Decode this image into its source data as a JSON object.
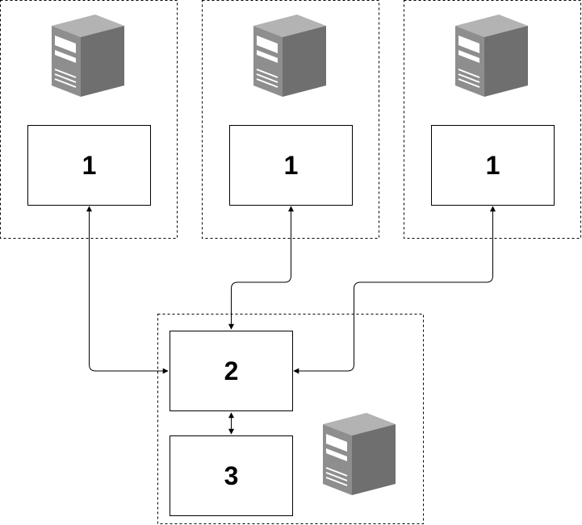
{
  "diagram": {
    "clients": [
      {
        "label": "1",
        "icon": "server-icon"
      },
      {
        "label": "1",
        "icon": "server-icon"
      },
      {
        "label": "1",
        "icon": "server-icon"
      }
    ],
    "server": {
      "upper_label": "2",
      "lower_label": "3",
      "icon": "server-icon"
    },
    "colors": {
      "stroke": "#000000",
      "server_front": "#8e8e8e",
      "server_side": "#6f6f6f",
      "server_top": "#b3b3b3",
      "server_panel": "#ffffff"
    }
  }
}
